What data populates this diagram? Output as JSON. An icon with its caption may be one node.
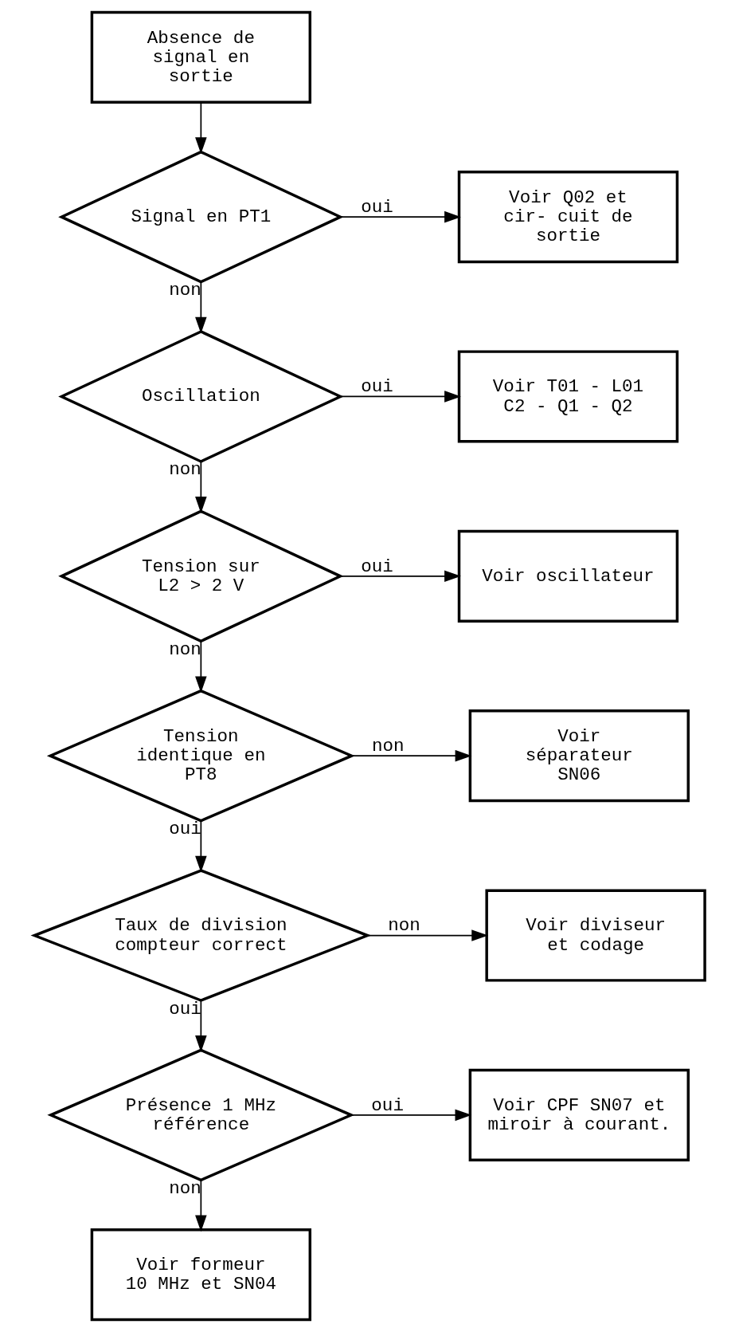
{
  "diagram": {
    "nodes": [
      {
        "text": [
          "Absence de signal en sortie"
        ]
      },
      {
        "text": [
          "Signal en PT1"
        ]
      },
      {
        "text": [
          "Voir Q02 et cir- cuit de sortie"
        ]
      },
      {
        "text": [
          "Oscillation"
        ]
      },
      {
        "text": [
          "Voir T01 - L01 C2 - Q1 - Q2"
        ]
      },
      {
        "text": [
          "Tension sur L2 > 2 V"
        ]
      },
      {
        "text": [
          "Voir oscillateur"
        ]
      },
      {
        "text": [
          "Tension identique en PT8"
        ]
      },
      {
        "text": [
          "Voir séparateur SN06"
        ]
      },
      {
        "text": [
          "Taux de division compteur correct"
        ]
      },
      {
        "text": [
          "Voir diviseur et codage"
        ]
      },
      {
        "text": [
          "Présence 1 MHz référence"
        ]
      },
      {
        "text": [
          "Voir CPF SN07 et miroir à courant."
        ]
      },
      {
        "text": [
          "Voir formeur 10 MHz et SN04"
        ]
      }
    ],
    "edges": [
      {
        "from": 0,
        "to": 1,
        "arrow": "to"
      },
      {
        "from": 1,
        "to": 2,
        "arrow": "to",
        "label": "oui"
      },
      {
        "from": 1,
        "to": 3,
        "arrow": "to",
        "label": "non"
      },
      {
        "from": 3,
        "to": 4,
        "arrow": "to",
        "label": "oui"
      },
      {
        "from": 3,
        "to": 5,
        "arrow": "to",
        "label": "non"
      },
      {
        "from": 5,
        "to": 6,
        "arrow": "to",
        "label": "oui"
      },
      {
        "from": 5,
        "to": 7,
        "arrow": "to",
        "label": "non"
      },
      {
        "from": 7,
        "to": 8,
        "arrow": "to",
        "label": "non"
      },
      {
        "from": 7,
        "to": 9,
        "arrow": "to",
        "label": "oui"
      },
      {
        "from": 9,
        "to": 10,
        "arrow": "to",
        "label": "non"
      },
      {
        "from": 9,
        "to": 11,
        "arrow": "to",
        "label": "oui"
      },
      {
        "from": 11,
        "to": 12,
        "arrow": "to",
        "label": "oui"
      },
      {
        "from": 11,
        "to": 13,
        "arrow": "to",
        "label": "non"
      }
    ]
  }
}
